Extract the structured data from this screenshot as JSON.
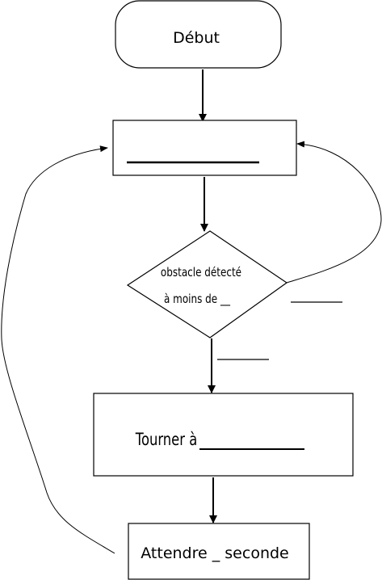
{
  "flowchart": {
    "start_label": "Début",
    "decision_line1": "obstacle détecté",
    "decision_line2": "à moins de __",
    "turn_label": "Tourner à",
    "wait_label": "Attendre _ seconde"
  }
}
